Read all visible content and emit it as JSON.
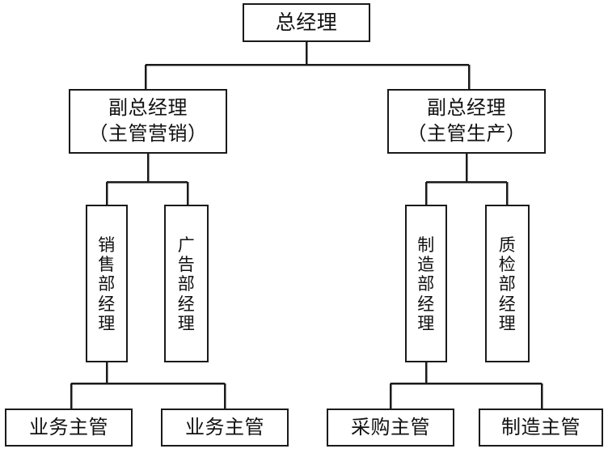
{
  "chart_title": "",
  "style": {
    "box_border_color": "#1a1a1a",
    "line_color": "#1a1a1a",
    "text_color": "#111111",
    "background": "#ffffff"
  },
  "nodes": {
    "general_manager": {
      "label": "总经理",
      "lines": [
        "总经理"
      ]
    },
    "deputy_marketing": {
      "label": "副总经理（主管营销）",
      "lines": [
        "副总经理",
        "（主管营销）"
      ]
    },
    "deputy_production": {
      "label": "副总经理（主管生产）",
      "lines": [
        "副总经理",
        "（主管生产）"
      ]
    },
    "sales_dept_manager": {
      "label": "销售部经理",
      "chars": [
        "销",
        "售",
        "部",
        "经",
        "理"
      ]
    },
    "ad_dept_manager": {
      "label": "广告部经理",
      "chars": [
        "广",
        "告",
        "部",
        "经",
        "理"
      ]
    },
    "manufacturing_dept_manager": {
      "label": "制造部经理",
      "chars": [
        "制",
        "造",
        "部",
        "经",
        "理"
      ]
    },
    "quality_dept_manager": {
      "label": "质检部经理",
      "chars": [
        "质",
        "检",
        "部",
        "经",
        "理"
      ]
    },
    "sales_supervisor_1": {
      "label": "业务主管",
      "lines": [
        "业务主管"
      ]
    },
    "sales_supervisor_2": {
      "label": "业务主管",
      "lines": [
        "业务主管"
      ]
    },
    "purchasing_supervisor": {
      "label": "采购主管",
      "lines": [
        "采购主管"
      ]
    },
    "manufacturing_supervisor": {
      "label": "制造主管",
      "lines": [
        "制造主管"
      ]
    }
  },
  "hierarchy": [
    {
      "parent": "general_manager",
      "children": [
        "deputy_marketing",
        "deputy_production"
      ]
    },
    {
      "parent": "deputy_marketing",
      "children": [
        "sales_dept_manager",
        "ad_dept_manager"
      ]
    },
    {
      "parent": "deputy_production",
      "children": [
        "manufacturing_dept_manager",
        "quality_dept_manager"
      ]
    },
    {
      "parent": "sales_dept_manager",
      "children": [
        "sales_supervisor_1",
        "sales_supervisor_2"
      ]
    },
    {
      "parent": "manufacturing_dept_manager",
      "children": [
        "purchasing_supervisor",
        "manufacturing_supervisor"
      ]
    }
  ]
}
